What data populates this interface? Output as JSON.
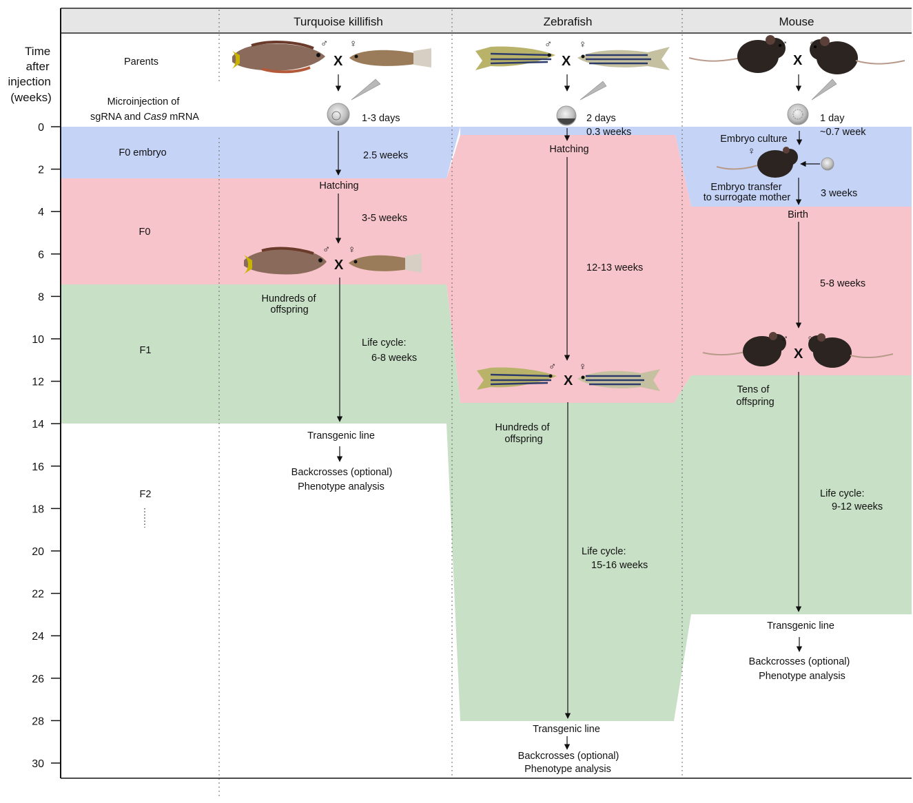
{
  "columns": [
    "Turquoise killifish",
    "Zebrafish",
    "Mouse"
  ],
  "axis": {
    "title": [
      "Time",
      "after",
      "injection",
      "(weeks)"
    ],
    "ticks": [
      "0",
      "2",
      "4",
      "6",
      "8",
      "10",
      "12",
      "14",
      "16",
      "18",
      "20",
      "22",
      "24",
      "26",
      "28",
      "30"
    ]
  },
  "rows": {
    "parents": "Parents",
    "microinjection": [
      "Microinjection of",
      "sgRNA and ",
      "Cas9",
      " mRNA"
    ],
    "f0_embryo": "F0 embryo",
    "f0": "F0",
    "f1": "F1",
    "f2": "F2"
  },
  "symbols": {
    "male": "♂",
    "female": "♀",
    "cross": "X"
  },
  "killifish": {
    "inject_time": "1-3 days",
    "embryo_time": "2.5 weeks",
    "hatching": "Hatching",
    "f0_time": "3-5 weeks",
    "offspring": [
      "Hundreds of",
      "offspring"
    ],
    "lifecycle": [
      "Life cycle:",
      "6-8 weeks"
    ],
    "transgenic": "Transgenic line",
    "backcross": "Backcrosses (optional)",
    "phenotype": "Phenotype analysis"
  },
  "zebrafish": {
    "inject_time": "2 days",
    "inject_weeks": "0.3 weeks",
    "hatching": "Hatching",
    "f0_time": "12-13 weeks",
    "offspring": [
      "Hundreds of",
      "offspring"
    ],
    "lifecycle": [
      "Life cycle:",
      "15-16 weeks"
    ],
    "transgenic": "Transgenic line",
    "backcross": "Backcrosses (optional)",
    "phenotype": "Phenotype analysis"
  },
  "mouse": {
    "inject_time": "1 day",
    "inject_weeks": "~0.7 week",
    "culture": "Embryo culture",
    "transfer": [
      "Embryo transfer",
      "to surrogate mother"
    ],
    "transfer_time": "3 weeks",
    "birth": "Birth",
    "f0_time": "5-8 weeks",
    "offspring": [
      "Tens of",
      "offspring"
    ],
    "lifecycle": [
      "Life cycle:",
      "9-12 weeks"
    ],
    "transgenic": "Transgenic line",
    "backcross": "Backcrosses (optional)",
    "phenotype": "Phenotype analysis"
  },
  "colors": {
    "embryo": "#c5d3f7",
    "f0": "#f8c4cb",
    "f1": "#c8e0c6",
    "header": "#e6e6e6"
  }
}
